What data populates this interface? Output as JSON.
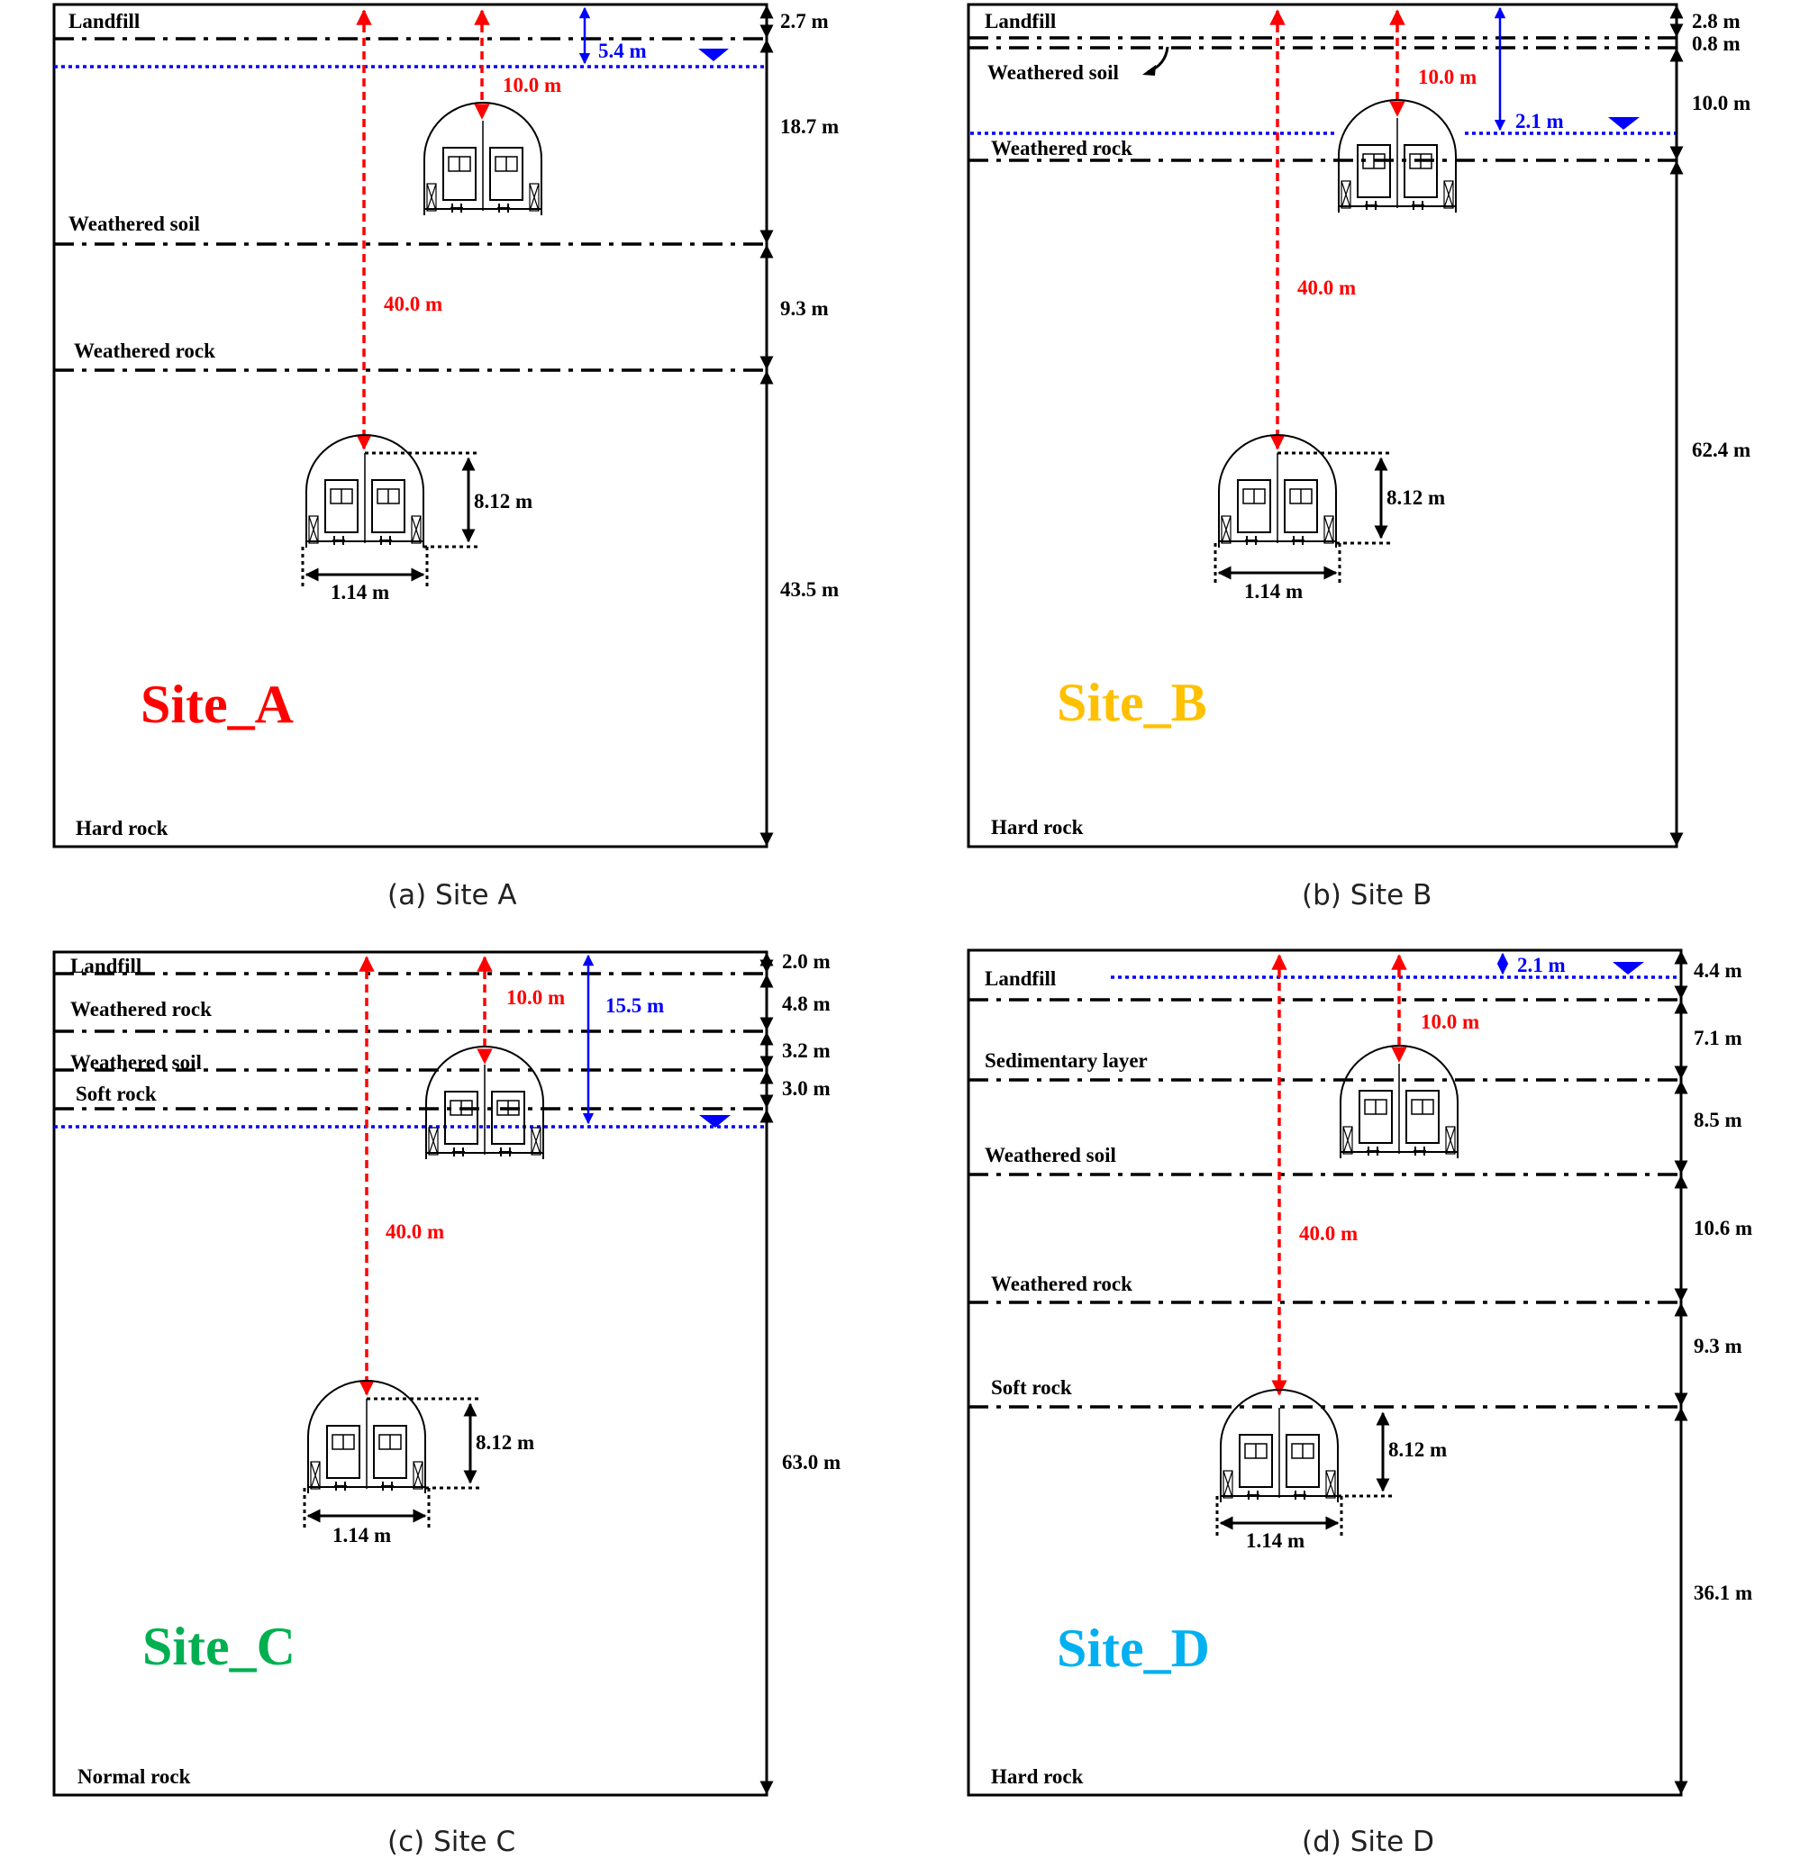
{
  "colors": {
    "site_a": "#ff0000",
    "site_b": "#ffc000",
    "site_c": "#00b050",
    "site_d": "#00b0f0",
    "tunnel_depth_arrow": "#ff0000",
    "water_table": "#0000ff"
  },
  "tunnel": {
    "height_label": "8.12 m",
    "width_label": "1.14 m"
  },
  "panels": [
    {
      "id": "a",
      "caption": "(a) Site A",
      "site_name": "Site_A",
      "bottom_layer": "Hard rock",
      "layers": [
        "Landfill",
        "Weathered soil",
        "Weathered rock"
      ],
      "thicknesses": [
        "2.7 m",
        "18.7 m",
        "9.3 m",
        "43.5 m"
      ],
      "shallow_depth": "10.0 m",
      "deep_depth": "40.0 m",
      "water_depth": "5.4 m"
    },
    {
      "id": "b",
      "caption": "(b) Site B",
      "site_name": "Site_B",
      "bottom_layer": "Hard rock",
      "layers": [
        "Landfill",
        "Weathered soil",
        "Weathered rock"
      ],
      "thicknesses": [
        "2.8 m",
        "0.8 m",
        "10.0 m",
        "62.4 m"
      ],
      "shallow_depth": "10.0 m",
      "deep_depth": "40.0 m",
      "water_depth": "2.1 m"
    },
    {
      "id": "c",
      "caption": "(c) Site C",
      "site_name": "Site_C",
      "bottom_layer": "Normal rock",
      "layers": [
        "Landfill",
        "Weathered rock",
        "Weathered soil",
        "Soft rock"
      ],
      "thicknesses": [
        "2.0 m",
        "4.8 m",
        "3.2 m",
        "3.0 m",
        "63.0 m"
      ],
      "shallow_depth": "10.0 m",
      "deep_depth": "40.0 m",
      "water_depth": "15.5 m"
    },
    {
      "id": "d",
      "caption": "(d) Site D",
      "site_name": "Site_D",
      "bottom_layer": "Hard rock",
      "layers": [
        "Landfill",
        "Sedimentary layer",
        "Weathered soil",
        "Weathered rock",
        "Soft rock"
      ],
      "thicknesses": [
        "4.4 m",
        "7.1 m",
        "8.5 m",
        "10.6 m",
        "9.3 m",
        "36.1 m"
      ],
      "shallow_depth": "10.0 m",
      "deep_depth": "40.0 m",
      "water_depth": "2.1 m"
    }
  ]
}
